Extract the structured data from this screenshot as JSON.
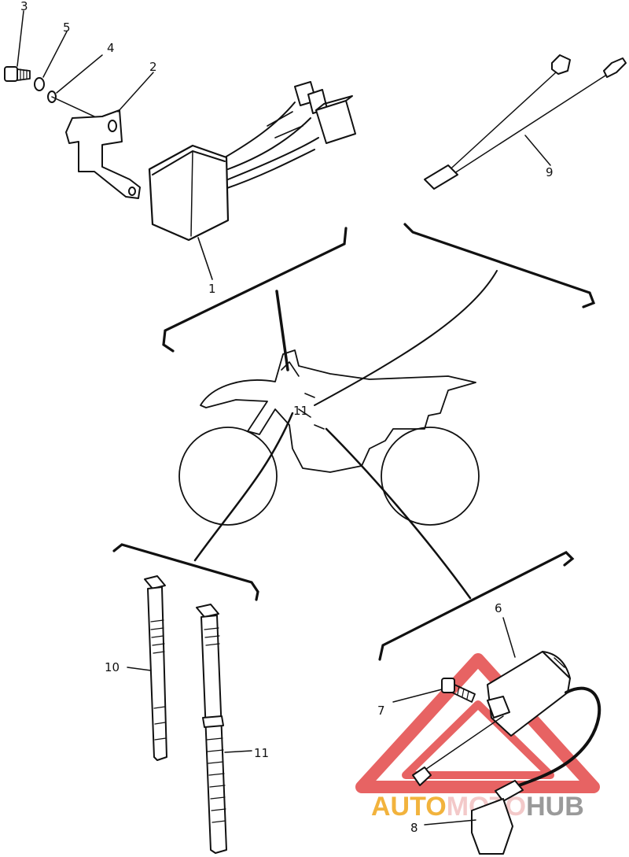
{
  "parts": [
    {
      "id": "part-1",
      "label": "1"
    },
    {
      "id": "part-2",
      "label": "2"
    },
    {
      "id": "part-3",
      "label": "3"
    },
    {
      "id": "part-4",
      "label": "4"
    },
    {
      "id": "part-5",
      "label": "5"
    },
    {
      "id": "part-6",
      "label": "6"
    },
    {
      "id": "part-7",
      "label": "7"
    },
    {
      "id": "part-8",
      "label": "8"
    },
    {
      "id": "part-9",
      "label": "9"
    },
    {
      "id": "part-10",
      "label": "10"
    },
    {
      "id": "part-11",
      "label": "11"
    }
  ],
  "frame_callout": "11",
  "watermark": {
    "word_1": "AUTO",
    "word_2": "MOTO",
    "word_3": "HUB",
    "color_1": "#f2b33d",
    "color_2": "#f3c9c9",
    "color_3": "#9a9a9a",
    "triangle_color": "#e34848"
  }
}
